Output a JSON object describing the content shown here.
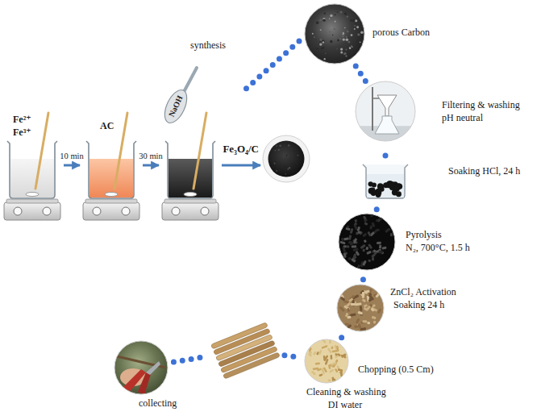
{
  "diagram": {
    "nodes": [
      {
        "text": [
          "Fe²⁺",
          "Fe³⁺"
        ]
      },
      {
        "text": [
          "AC"
        ]
      },
      {
        "text": [
          "NaOH"
        ]
      },
      {
        "text": [
          "Fe₃O₄/C"
        ]
      },
      {
        "text": [
          "porous Carbon"
        ]
      },
      {
        "text": [
          "Filtering & washing",
          "pH neutral"
        ]
      },
      {
        "text": [
          "Soaking HCl, 24 h"
        ]
      },
      {
        "text": [
          "Pyrolysis",
          "N₂, 700°C, 1.5 h"
        ]
      },
      {
        "text": [
          "ZnCl₂ Activation",
          "Soaking 24 h"
        ]
      },
      {
        "text": [
          "Chopping (0.5 Cm)"
        ]
      },
      {
        "text": [
          "Cleaning & washing",
          "DI water"
        ]
      },
      {
        "text": [
          "collecting"
        ]
      }
    ],
    "edges": [
      {
        "from": 0,
        "to": 1,
        "label": "10 min",
        "arrow": "to"
      },
      {
        "from": 1,
        "to": 2,
        "label": "30 min",
        "arrow": "to"
      },
      {
        "from": 2,
        "to": 3,
        "arrow": "to"
      },
      {
        "from": 11,
        "to": 10,
        "arrow": "none"
      },
      {
        "from": 10,
        "to": 9,
        "arrow": "none"
      },
      {
        "from": 9,
        "to": 8,
        "arrow": "none"
      },
      {
        "from": 8,
        "to": 7,
        "arrow": "none"
      },
      {
        "from": 7,
        "to": 6,
        "arrow": "none"
      },
      {
        "from": 6,
        "to": 5,
        "arrow": "none"
      },
      {
        "from": 5,
        "to": 4,
        "arrow": "none"
      }
    ],
    "labels": [
      "synthesis"
    ]
  }
}
